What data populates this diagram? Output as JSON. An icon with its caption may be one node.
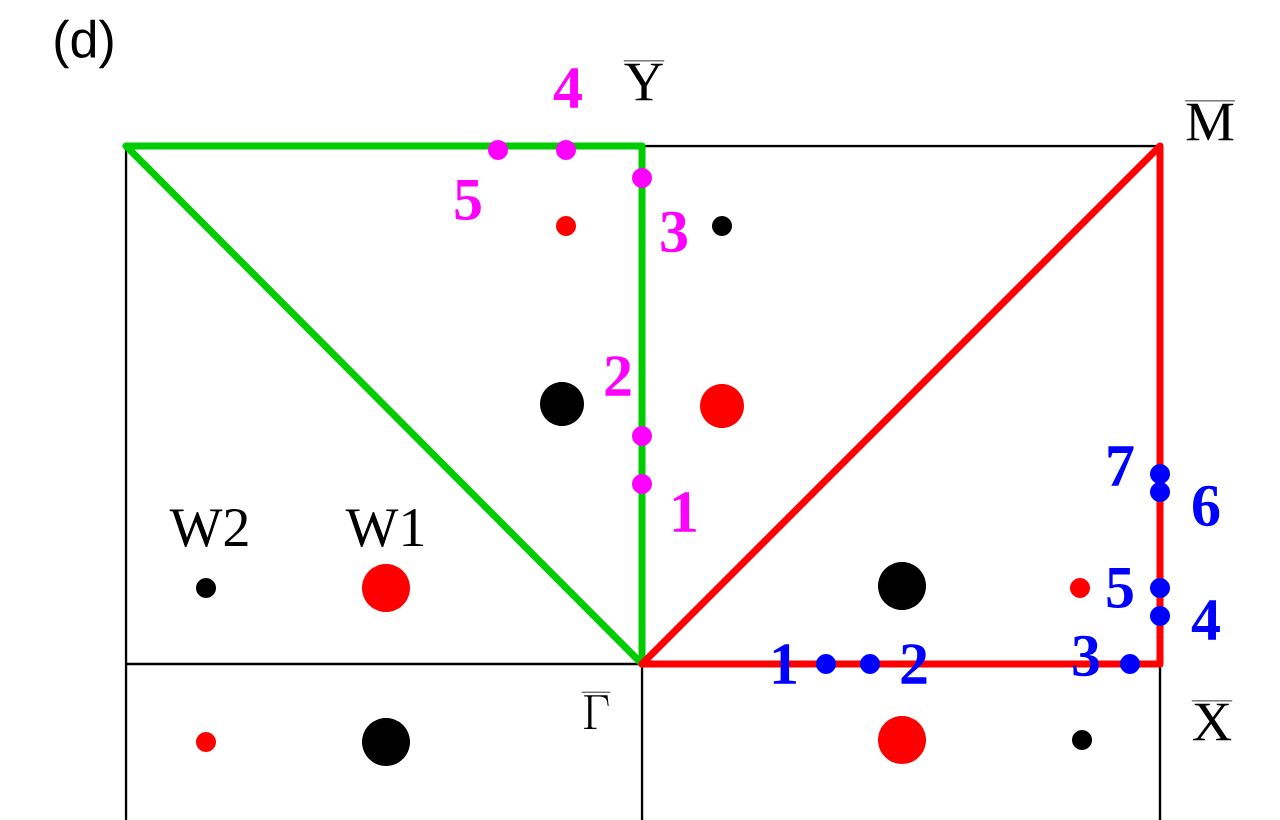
{
  "diagram": {
    "labels": [
      "(d)",
      "4",
      "\\overline{\\mathrm{Y}}",
      "5",
      "3",
      "\\overline{\\mathrm{M}}",
      "2",
      "1",
      "7",
      "6",
      "W2",
      "W1",
      "5",
      "4",
      "1",
      "2",
      "3",
      "\\overline{\\Gamma}",
      "\\overline{\\mathrm{X}}"
    ]
  }
}
